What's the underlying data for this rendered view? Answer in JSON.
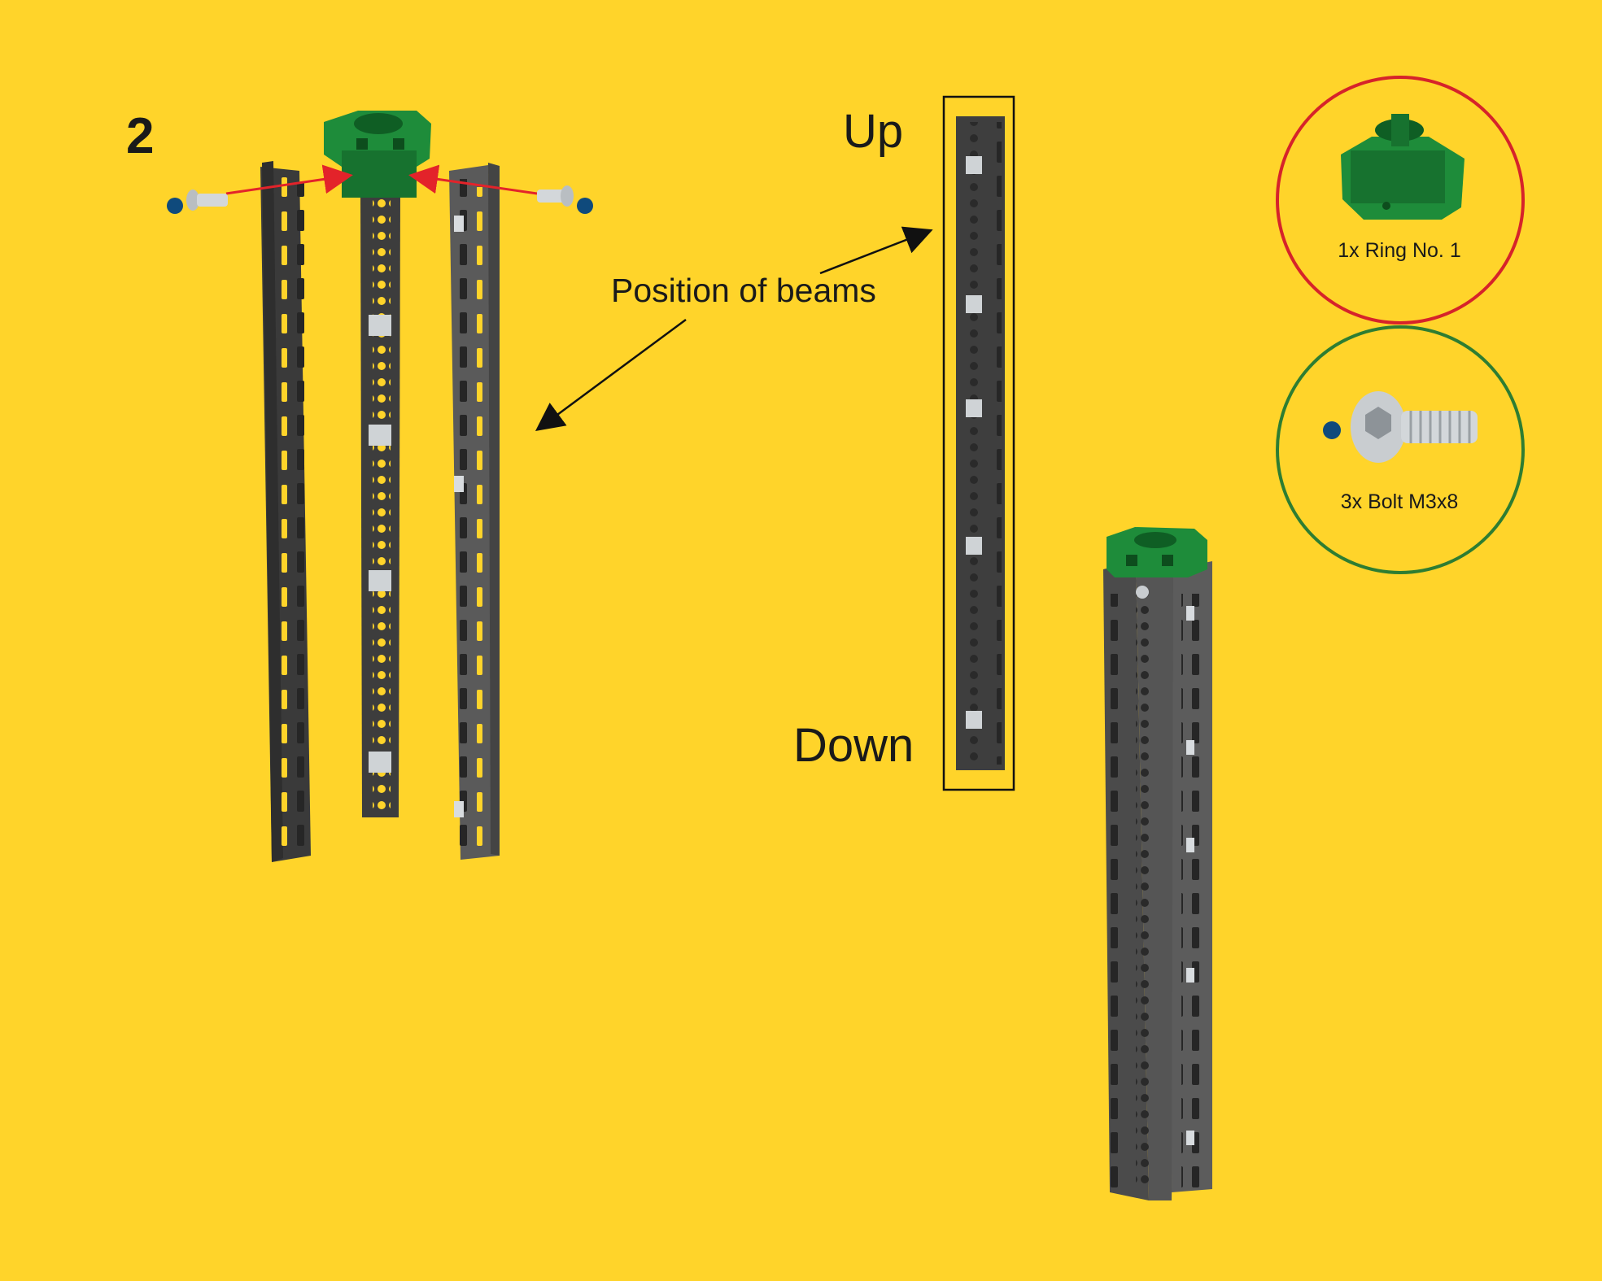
{
  "step_number": "2",
  "labels": {
    "up": "Up",
    "down": "Down",
    "position_of_beams": "Position of beams"
  },
  "parts": {
    "ring": {
      "quantity_label": "1x Ring No. 1",
      "border_color": "#D6232A"
    },
    "bolt": {
      "quantity_label": "3x Bolt M3x8",
      "border_color": "#2E7D32"
    }
  },
  "colors": {
    "background": "#FFD42A",
    "beam": "#4a4a4a",
    "ring": "#1E8C3A",
    "arrow_red": "#E3232A",
    "marker_dot": "#0F4A7C"
  }
}
